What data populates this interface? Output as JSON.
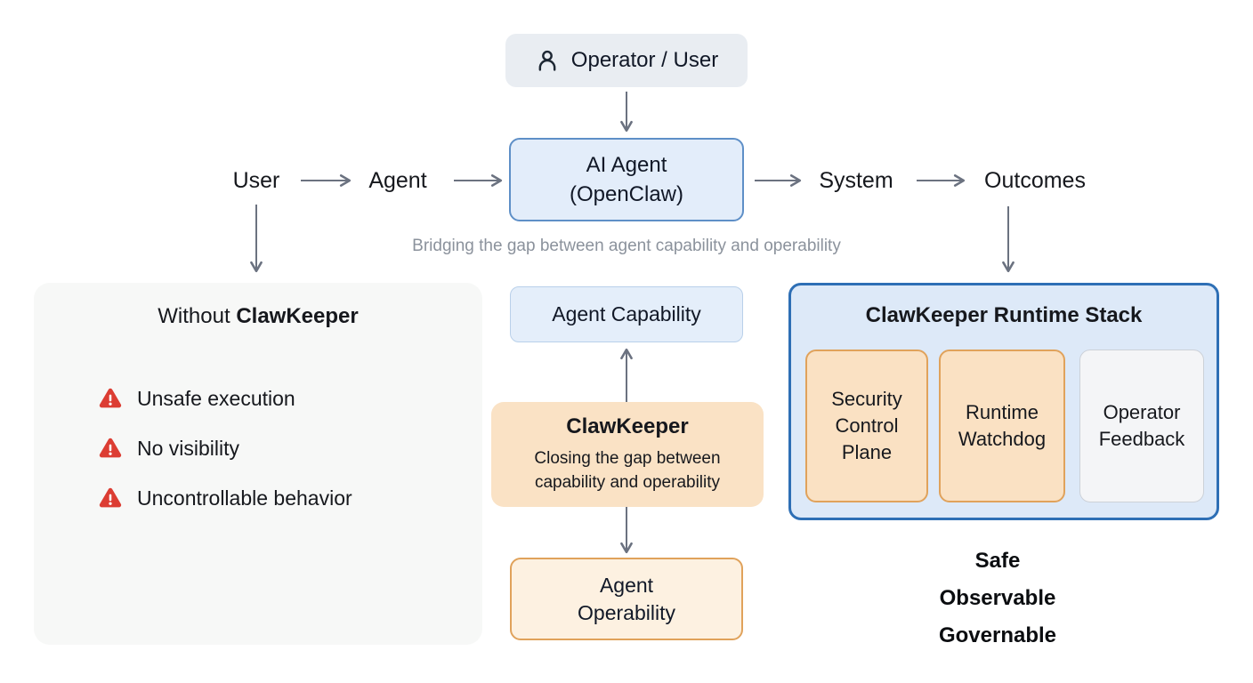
{
  "header": {
    "operator_label": "Operator / User"
  },
  "flow": {
    "user": "User",
    "agent": "Agent",
    "ai_agent_line1": "AI Agent",
    "ai_agent_line2": "(OpenClaw)",
    "system": "System",
    "outcomes": "Outcomes",
    "subtitle": "Bridging the gap between agent capability and operability"
  },
  "without_panel": {
    "title_prefix": "Without",
    "title_bold": "ClawKeeper",
    "items": [
      "Unsafe execution",
      "No visibility",
      "Uncontrollable behavior"
    ]
  },
  "gap_column": {
    "capability_label": "Agent Capability",
    "clawkeeper_title": "ClawKeeper",
    "clawkeeper_subtitle": "Closing the gap between capability and operability",
    "operability_line1": "Agent",
    "operability_line2": "Operability"
  },
  "runtime_stack": {
    "title": "ClawKeeper Runtime Stack",
    "modules": [
      {
        "label": "Security Control Plane"
      },
      {
        "label": "Runtime Watchdog"
      },
      {
        "label": "Operator Feedback"
      }
    ],
    "qualities": [
      "Safe",
      "Observable",
      "Governable"
    ]
  },
  "colors": {
    "accent_blue": "#2e6fb5",
    "light_blue_fill": "#e3edfa",
    "orange_fill": "#fae2c5",
    "orange_border": "#e0a25b",
    "panel_gray": "#f7f8f7",
    "warning_red": "#dc3d33",
    "arrow_gray": "#6b7280",
    "subtitle_gray": "#8b929c"
  }
}
